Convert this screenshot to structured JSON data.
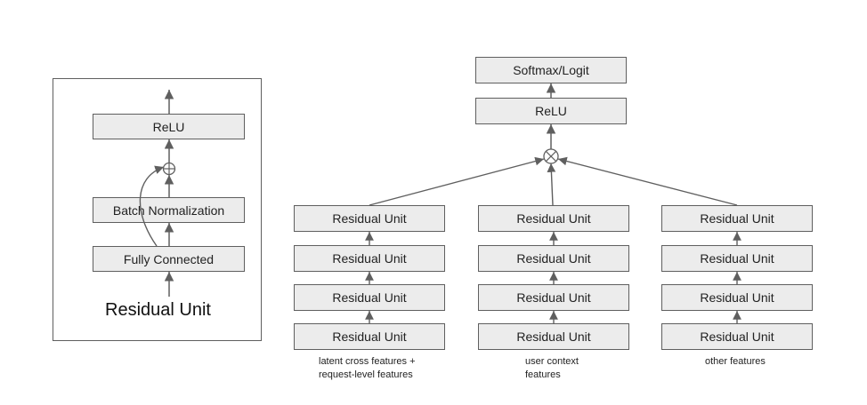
{
  "legend": {
    "title": "Residual Unit",
    "relu": "ReLU",
    "batch_norm": "Batch Normalization",
    "fully_connected": "Fully Connected"
  },
  "main": {
    "softmax": "Softmax/Logit",
    "relu": "ReLU",
    "columns": [
      {
        "units": [
          "Residual Unit",
          "Residual Unit",
          "Residual Unit",
          "Residual Unit"
        ],
        "caption_line1": "latent cross features +",
        "caption_line2": "request-level features"
      },
      {
        "units": [
          "Residual Unit",
          "Residual Unit",
          "Residual Unit",
          "Residual Unit"
        ],
        "caption_line1": "user context",
        "caption_line2": "features"
      },
      {
        "units": [
          "Residual Unit",
          "Residual Unit",
          "Residual Unit",
          "Residual Unit"
        ],
        "caption_line1": "other features",
        "caption_line2": ""
      }
    ]
  },
  "colors": {
    "box_fill": "#ececec",
    "stroke": "#5f5f5f"
  }
}
